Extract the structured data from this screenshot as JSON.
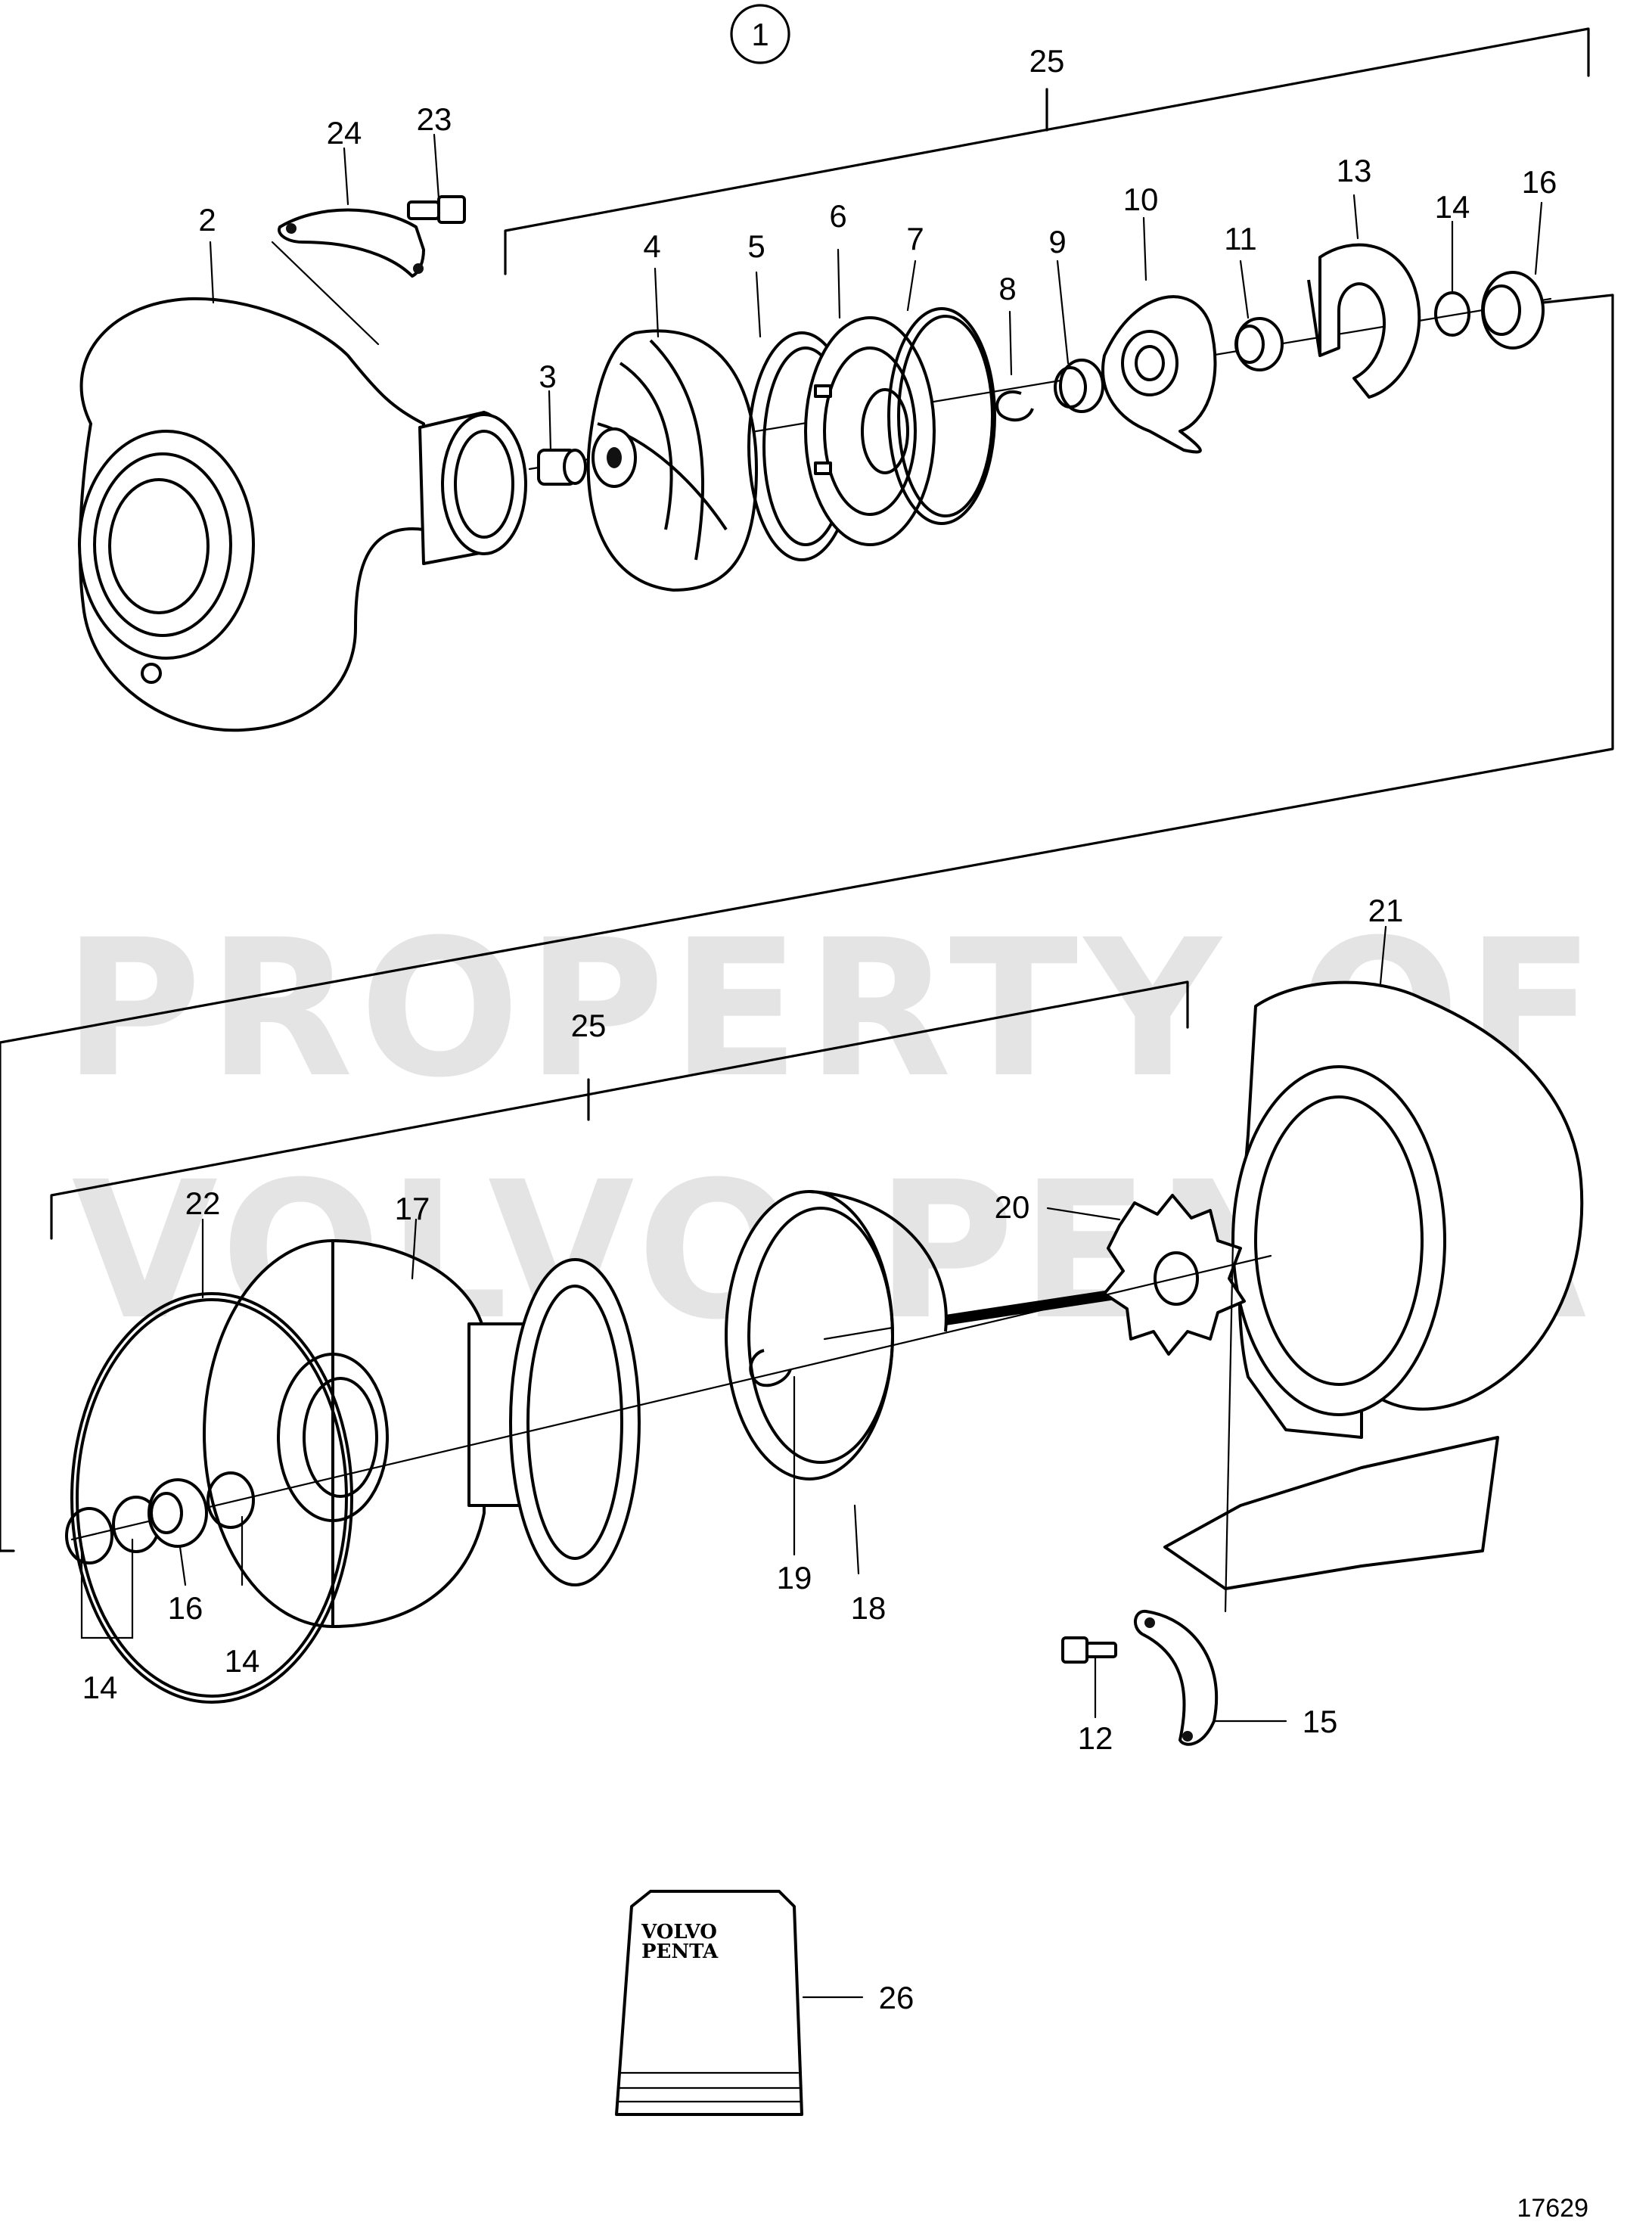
{
  "watermark": {
    "line1": "PROPERTY OF",
    "line2": "VOLVO PENTA"
  },
  "group_marker": "1",
  "callouts": {
    "c2": "2",
    "c3": "3",
    "c4": "4",
    "c5": "5",
    "c6": "6",
    "c7": "7",
    "c8": "8",
    "c9": "9",
    "c10": "10",
    "c11": "11",
    "c12": "12",
    "c13": "13",
    "c14a": "14",
    "c14b": "14",
    "c14c": "14",
    "c15": "15",
    "c16a": "16",
    "c16b": "16",
    "c17": "17",
    "c18": "18",
    "c19": "19",
    "c20": "20",
    "c21": "21",
    "c22": "22",
    "c23": "23",
    "c24": "24",
    "c25a": "25",
    "c25b": "25",
    "c26": "26"
  },
  "kit_brand": {
    "line1": "VOLVO",
    "line2": "PENTA"
  },
  "drawing_number": "17629"
}
